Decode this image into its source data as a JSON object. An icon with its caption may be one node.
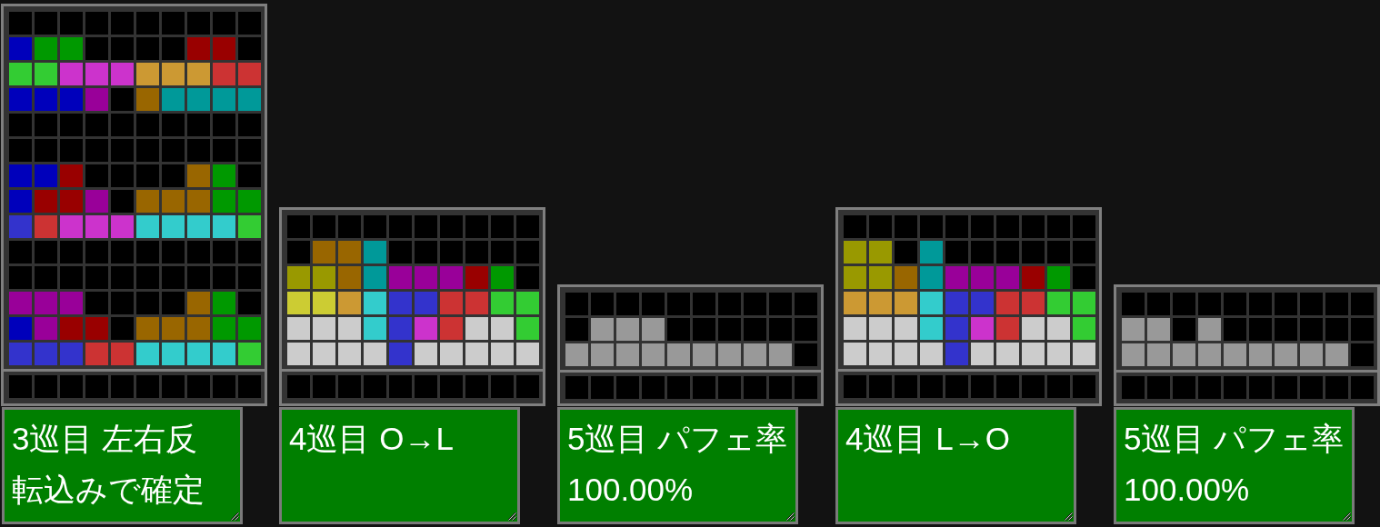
{
  "diagram": {
    "nodes": [
      {
        "text": [
          "3巡目 左右反転込みで確定"
        ]
      },
      {
        "text": [
          "4巡目 O→L"
        ]
      },
      {
        "text": [
          "5巡目 パフェ率 100.00%"
        ]
      },
      {
        "text": [
          "4巡目 L→O"
        ]
      },
      {
        "text": [
          "5巡目 パフェ率 100.00%"
        ]
      }
    ]
  }
}
